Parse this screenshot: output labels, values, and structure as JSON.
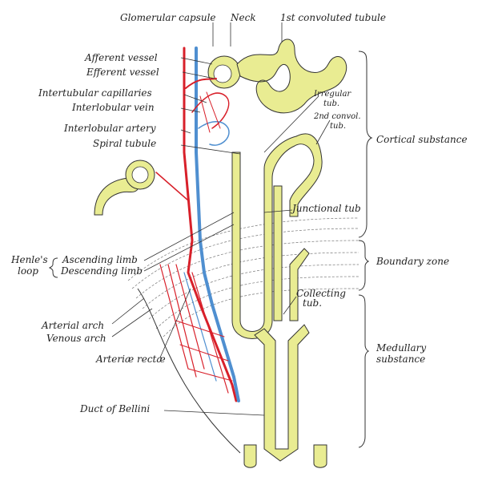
{
  "labels": {
    "glomerular_capsule": "Glomerular capsule",
    "neck": "Neck",
    "first_convoluted_tubule": "1st convoluted tubule",
    "afferent_vessel": "Afferent vessel",
    "efferent_vessel": "Efferent vessel",
    "intertubular_capillaries": "Intertubular capillaries",
    "interlobular_vein": "Interlobular vein",
    "interlobular_artery": "Interlobular artery",
    "spiral_tubule": "Spiral tubule",
    "irregular_tub_1": "Irregular",
    "irregular_tub_2": "tub.",
    "second_convol_1": "2nd convol.",
    "second_convol_2": "tub.",
    "junctional_tub": "Junctional tub",
    "henles_1": "Henle's",
    "henles_2": "loop",
    "ascending_limb": "Ascending limb",
    "descending_limb": "Descending limb",
    "collecting_tub_1": "Collecting",
    "collecting_tub_2": "tub.",
    "arterial_arch": "Arterial arch",
    "venous_arch": "Venous arch",
    "arteriae_rectae": "Arteriæ rectæ",
    "duct_of_bellini": "Duct of Bellini",
    "cortical_substance": "Cortical substance",
    "boundary_zone": "Boundary zone",
    "medullary_1": "Medullary",
    "medullary_2": "substance"
  },
  "colors": {
    "tubule": "#e9ec92",
    "artery": "#d8202a",
    "vein": "#4f8fd0",
    "ink": "#222222"
  }
}
